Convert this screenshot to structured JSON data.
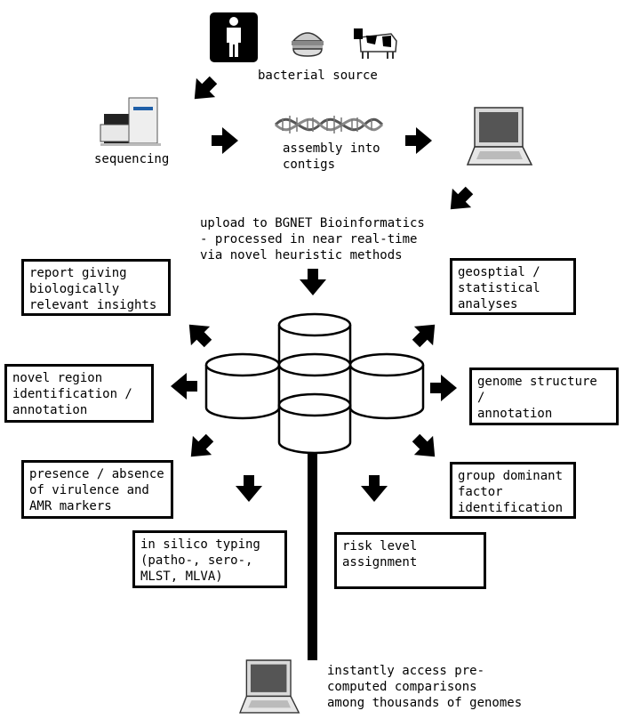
{
  "source": {
    "label": "bacterial source",
    "icons": [
      "human-icon",
      "burger-icon",
      "cow-icon"
    ]
  },
  "sequencing": {
    "label": "sequencing",
    "icon": "sequencer-icon"
  },
  "assembly": {
    "label": "assembly into\ncontigs",
    "icon": "dna-helix-icon"
  },
  "upload": {
    "label": "upload to BGNET Bioinformatics\n- processed in near real-time\nvia novel heuristic methods",
    "icon": "laptop-icon"
  },
  "outputs": {
    "report": "report giving\nbiologically\nrelevant insights",
    "geospatial": "geosptial /\nstatistical\nanalyses",
    "novel_region": "novel region\nidentification /\nannotation",
    "genome_structure": "genome structure /\nannotation",
    "presence_absence": "presence / absence\nof virulence and\nAMR markers",
    "group_dominant": "group dominant\nfactor\nidentification",
    "in_silico": "in silico typing\n(patho-, sero-,\nMLST, MLVA)",
    "risk_level": "risk level\nassignment"
  },
  "access": {
    "label": "instantly access pre-\ncomputed comparisons\namong thousands of genomes",
    "icon": "laptop-icon"
  },
  "colors": {
    "ink": "#000000",
    "paper": "#ffffff",
    "screen": "#555555",
    "device": "#cccccc"
  }
}
